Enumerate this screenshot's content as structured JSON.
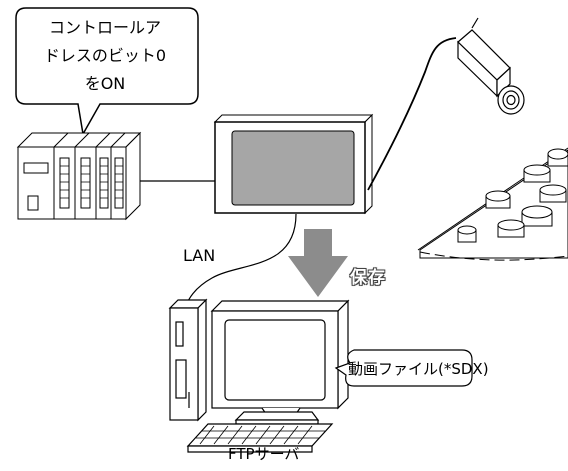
{
  "callout": {
    "lines": [
      "コントロールア",
      "ドレスのビット0",
      "をON"
    ]
  },
  "labels": {
    "lan": "LAN",
    "save": "保存",
    "file": "動画ファイル(*SDX)",
    "ftp_server": "FTPサーバ"
  },
  "icons": {
    "plc": "plc-unit-icon",
    "display": "touch-panel-display-icon",
    "camera": "security-camera-icon",
    "machine": "machine-panel-icon",
    "arrow": "down-arrow-icon",
    "server": "ftp-server-computer-icon"
  },
  "colors": {
    "arrow": "#8c8c8c",
    "screen": "#a6a6a6",
    "outline": "#000000",
    "background": "#ffffff"
  }
}
